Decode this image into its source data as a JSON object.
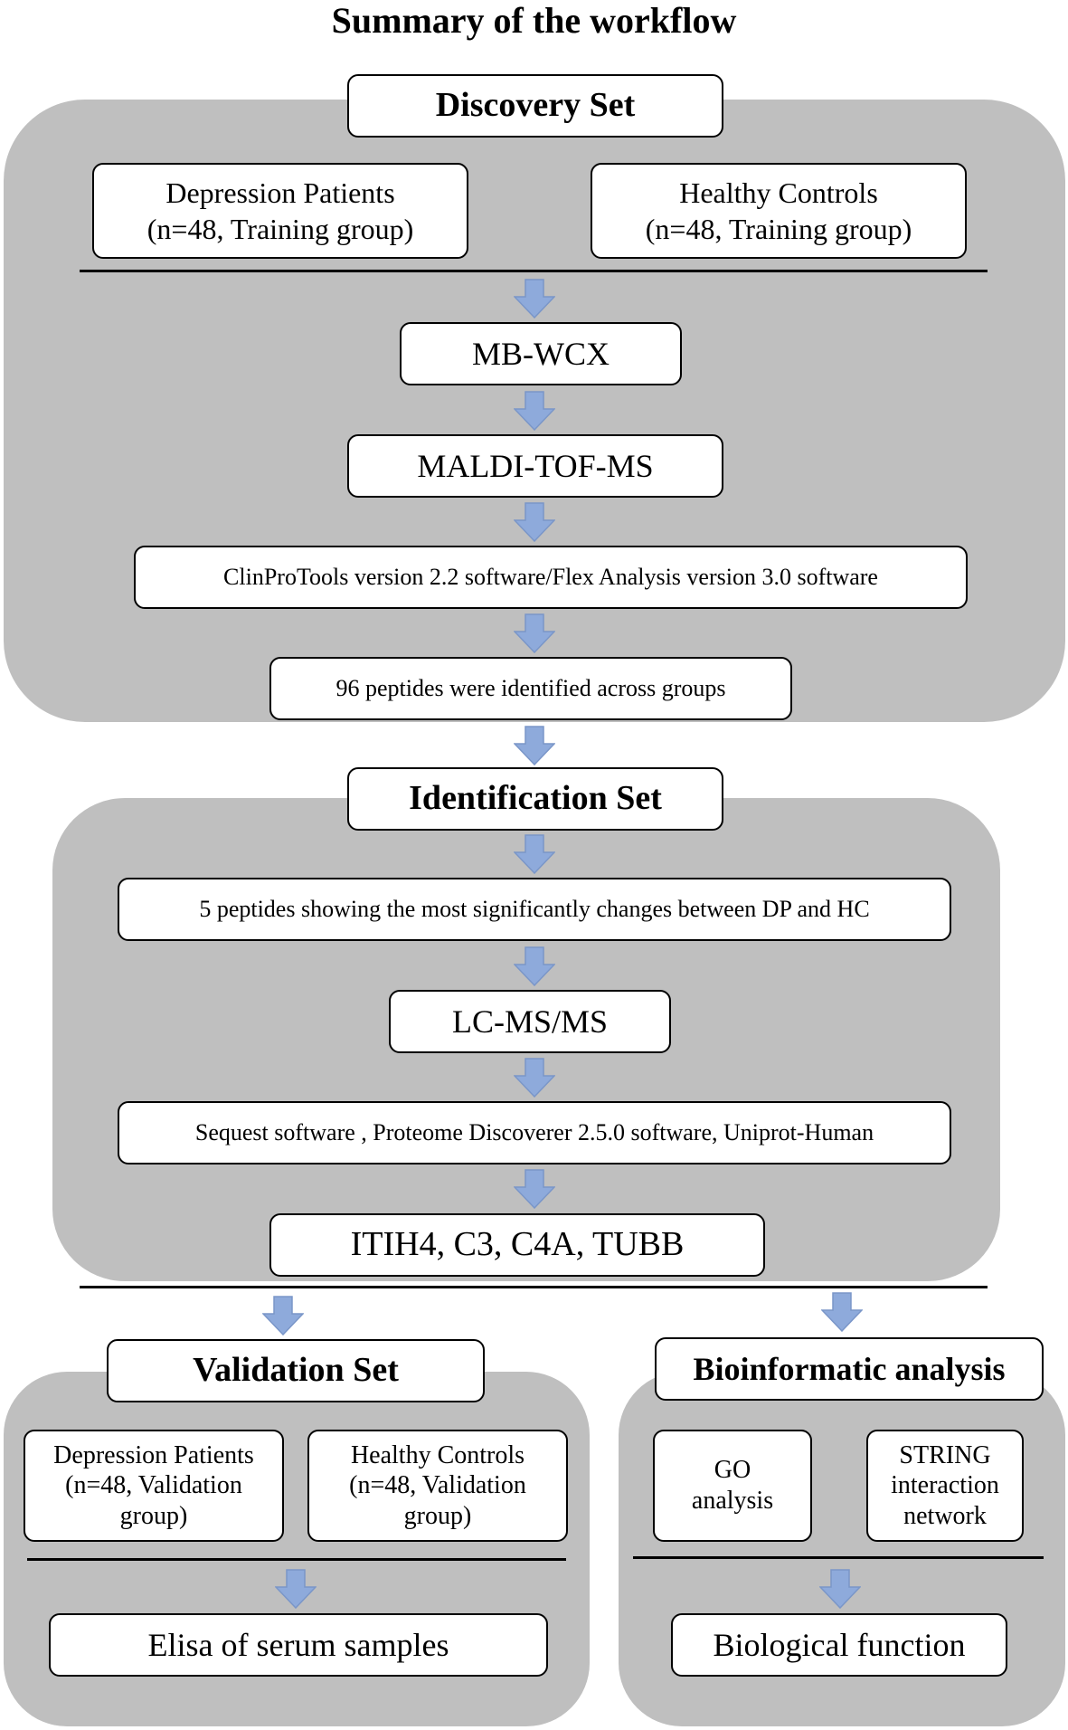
{
  "title": "Summary of the workflow",
  "discovery": {
    "header": "Discovery Set",
    "patients": "Depression Patients\n(n=48, Training group)",
    "controls": "Healthy Controls\n(n=48, Training group)",
    "step1": "MB-WCX",
    "step2": "MALDI-TOF-MS",
    "step3": "ClinProTools version 2.2 software/Flex Analysis version 3.0 software",
    "result": "96 peptides were identified across groups"
  },
  "identification": {
    "header": "Identification Set",
    "step1": "5 peptides showing the most significantly changes between DP and HC",
    "step2": "LC-MS/MS",
    "step3": "Sequest software , Proteome Discoverer 2.5.0 software, Uniprot-Human",
    "result": "ITIH4, C3, C4A, TUBB"
  },
  "validation": {
    "header": "Validation Set",
    "patients": "Depression Patients\n(n=48, Validation\ngroup)",
    "controls": "Healthy Controls\n(n=48, Validation\ngroup)",
    "result": "Elisa of serum samples"
  },
  "bioinformatic": {
    "header": "Bioinformatic analysis",
    "go": "GO\nanalysis",
    "string": "STRING\ninteraction\nnetwork",
    "result": "Biological function"
  },
  "colors": {
    "panel": "#bfbfbf",
    "arrow": "#8eaadb",
    "arrow_stroke": "#7a96c8"
  }
}
